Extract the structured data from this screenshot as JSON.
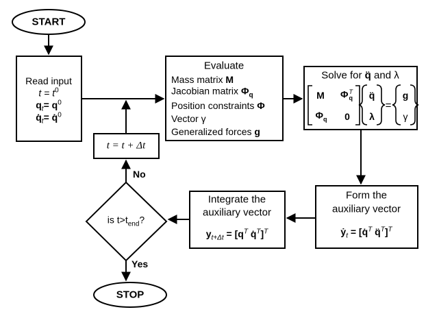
{
  "start": "START",
  "stop": "STOP",
  "read_input": {
    "title": "Read input",
    "t_eq": "t = t",
    "t_sup": "0",
    "q_eq": "q",
    "q_sub": "t",
    "q_rhs": "= q",
    "q_sup": "0",
    "qd_eq": "q̇",
    "qd_sub": "t",
    "qd_rhs": "= q̇",
    "qd_sup": "0"
  },
  "evaluate": {
    "title": "Evaluate",
    "items": [
      {
        "label": "Mass matrix",
        "symbol": "M"
      },
      {
        "label": "Jacobian matrix",
        "symbol": "Φ",
        "symbol_sub": "q"
      },
      {
        "label": "Position constraints",
        "symbol": "Φ"
      },
      {
        "label": "Vector",
        "symbol": "γ"
      },
      {
        "label": "Generalized forces",
        "symbol": "g"
      }
    ]
  },
  "solve": {
    "title_prefix": "Solve for",
    "q_dd": "q̈",
    "and": "and",
    "lambda": "λ",
    "m11": "M",
    "m12": "Φ",
    "m12_sup": "T",
    "m12_sub": "q",
    "m21": "Φ",
    "m21_sub": "q",
    "m22": "0",
    "v1": "q̈",
    "v2": "λ",
    "eq": "=",
    "r1": "g",
    "r2": "γ"
  },
  "increment": {
    "text": "t = t + Δt"
  },
  "decision": {
    "text": "is t>t",
    "sub": "end",
    "q": "?"
  },
  "no": "No",
  "yes": "Yes",
  "form": {
    "line1": "Form the",
    "line2": "auxiliary vector",
    "y": "ẏ",
    "y_sub": "t",
    "rhs": "= [q̇",
    "sup1": "T",
    "mid": "q̈",
    "sup2": "T",
    "close": "]",
    "sup3": "T"
  },
  "integrate": {
    "line1": "Integrate the",
    "line2": "auxiliary vector",
    "y": "y",
    "y_sub": "t+Δt",
    "rhs": "= [q",
    "sup1": "T",
    "mid": "q̇",
    "sup2": "T",
    "close": "]",
    "sup3": "T"
  }
}
